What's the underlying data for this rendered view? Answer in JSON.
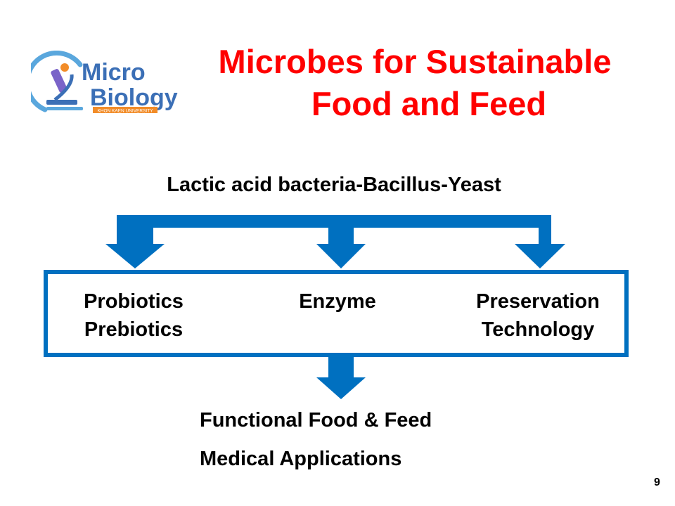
{
  "logo": {
    "line1": "Micro",
    "line2": "Biology",
    "ribbon": "KHON KAEN UNIVERSITY",
    "icon": "microscope-icon"
  },
  "title": {
    "line1": "Microbes for Sustainable",
    "line2": "Food and Feed"
  },
  "source": "Lactic acid bacteria-Bacillus-Yeast",
  "categories": [
    {
      "line1": "Probiotics",
      "line2": "Prebiotics"
    },
    {
      "line1": "Enzyme",
      "line2": ""
    },
    {
      "line1": "Preservation",
      "line2": "Technology"
    }
  ],
  "outputs": [
    "Functional Food & Feed",
    "Medical Applications"
  ],
  "page_number": "9",
  "colors": {
    "title": "#ff0000",
    "accent": "#0070c0",
    "logo_orange": "#f28c28",
    "text": "#000000"
  }
}
